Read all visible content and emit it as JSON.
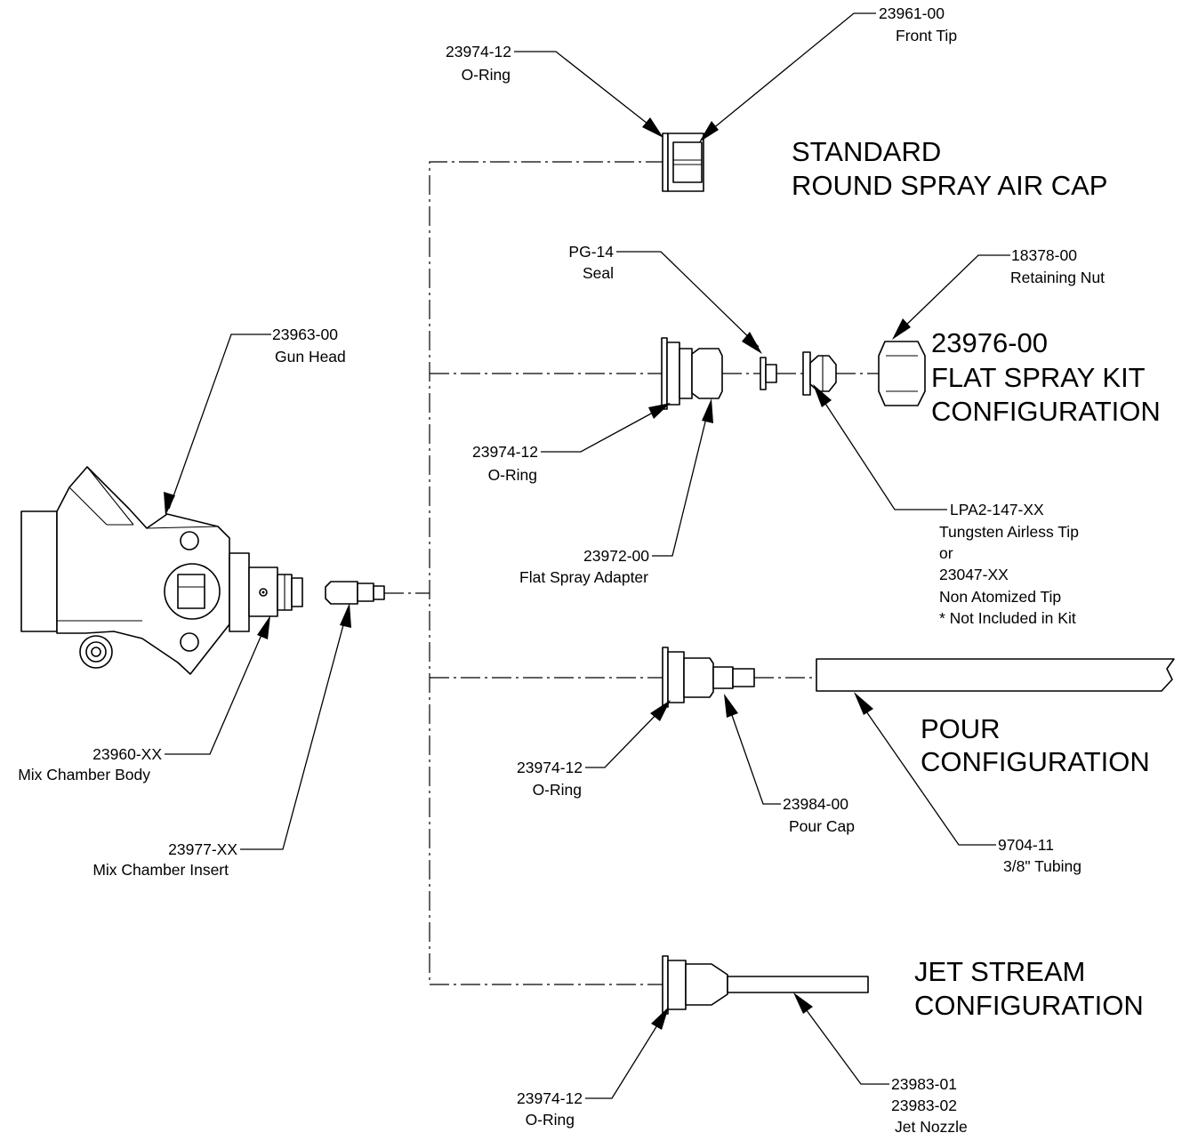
{
  "callouts": {
    "front_tip": {
      "part": "23961-00",
      "name": "Front Tip"
    },
    "oring_std": {
      "part": "23974-12",
      "name": "O-Ring"
    },
    "seal": {
      "part": "PG-14",
      "name": "Seal"
    },
    "retaining_nut": {
      "part": "18378-00",
      "name": "Retaining Nut"
    },
    "gun_head": {
      "part": "23963-00",
      "name": "Gun Head"
    },
    "oring_flat": {
      "part": "23974-12",
      "name": "O-Ring"
    },
    "flat_adapter": {
      "part": "23972-00",
      "name": "Flat Spray Adapter"
    },
    "airless_tip": {
      "part": "LPA2-147-XX",
      "name": "Tungsten Airless Tip",
      "or": "or",
      "alt_part": "23047-XX",
      "alt_name": "Non Atomized Tip",
      "note": "* Not Included in Kit"
    },
    "mix_body": {
      "part": "23960-XX",
      "name": "Mix Chamber Body"
    },
    "mix_insert": {
      "part": "23977-XX",
      "name": "Mix Chamber Insert"
    },
    "oring_pour": {
      "part": "23974-12",
      "name": "O-Ring"
    },
    "pour_cap": {
      "part": "23984-00",
      "name": "Pour Cap"
    },
    "tubing": {
      "part": "9704-11",
      "name": "3/8\" Tubing"
    },
    "oring_jet": {
      "part": "23974-12",
      "name": "O-Ring"
    },
    "jet_nozzle": {
      "part1": "23983-01",
      "part2": "23983-02",
      "name": "Jet  Nozzle"
    }
  },
  "titles": {
    "standard": {
      "line1": "STANDARD",
      "line2": "ROUND SPRAY AIR CAP"
    },
    "flat": {
      "line1": "23976-00",
      "line2": "FLAT SPRAY KIT",
      "line3": "CONFIGURATION"
    },
    "pour": {
      "line1": "POUR",
      "line2": "CONFIGURATION"
    },
    "jet": {
      "line1": "JET STREAM",
      "line2": "CONFIGURATION"
    }
  }
}
